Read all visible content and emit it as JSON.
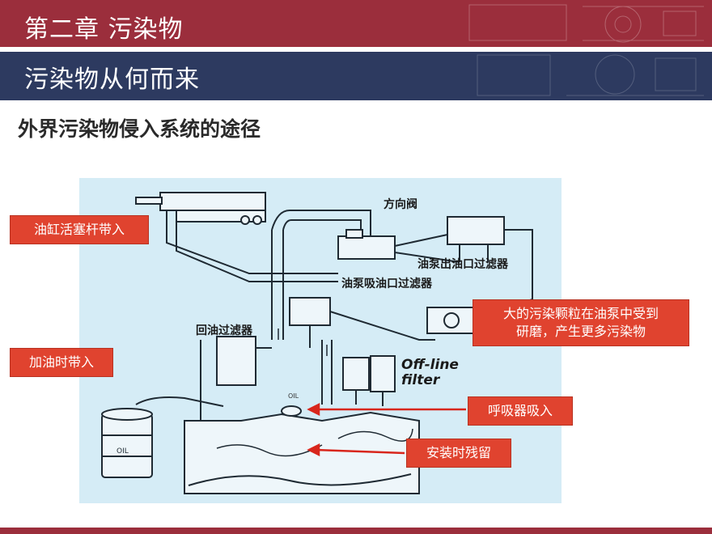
{
  "header": {
    "chapter_title": "第二章  污染物",
    "section_title": "污染物从何而来"
  },
  "slide": {
    "heading": "外界污染物侵入系统的途径"
  },
  "diagram": {
    "labels": {
      "directional_valve": "方向阀",
      "pump_outlet_filter": "油泵出油口过滤器",
      "pump_suction_filter": "油泵吸油口过滤器",
      "return_filter": "回油过滤器",
      "offline_filter_line1": "Off-line",
      "offline_filter_line2": "filter"
    }
  },
  "callouts": {
    "cylinder_rod": "油缸活塞杆带入",
    "refueling": "加油时带入",
    "pump_wear_line1": "大的污染颗粒在油泵中受到",
    "pump_wear_line2": "研磨，产生更多污染物",
    "breather": "呼吸器吸入",
    "installation": "安装时残留"
  },
  "colors": {
    "header_red": "#9b2e3c",
    "header_navy": "#2d3a60",
    "callout_red": "#e0432f",
    "diagram_bg": "#d5ecf6",
    "arrow_red": "#d8261c"
  }
}
